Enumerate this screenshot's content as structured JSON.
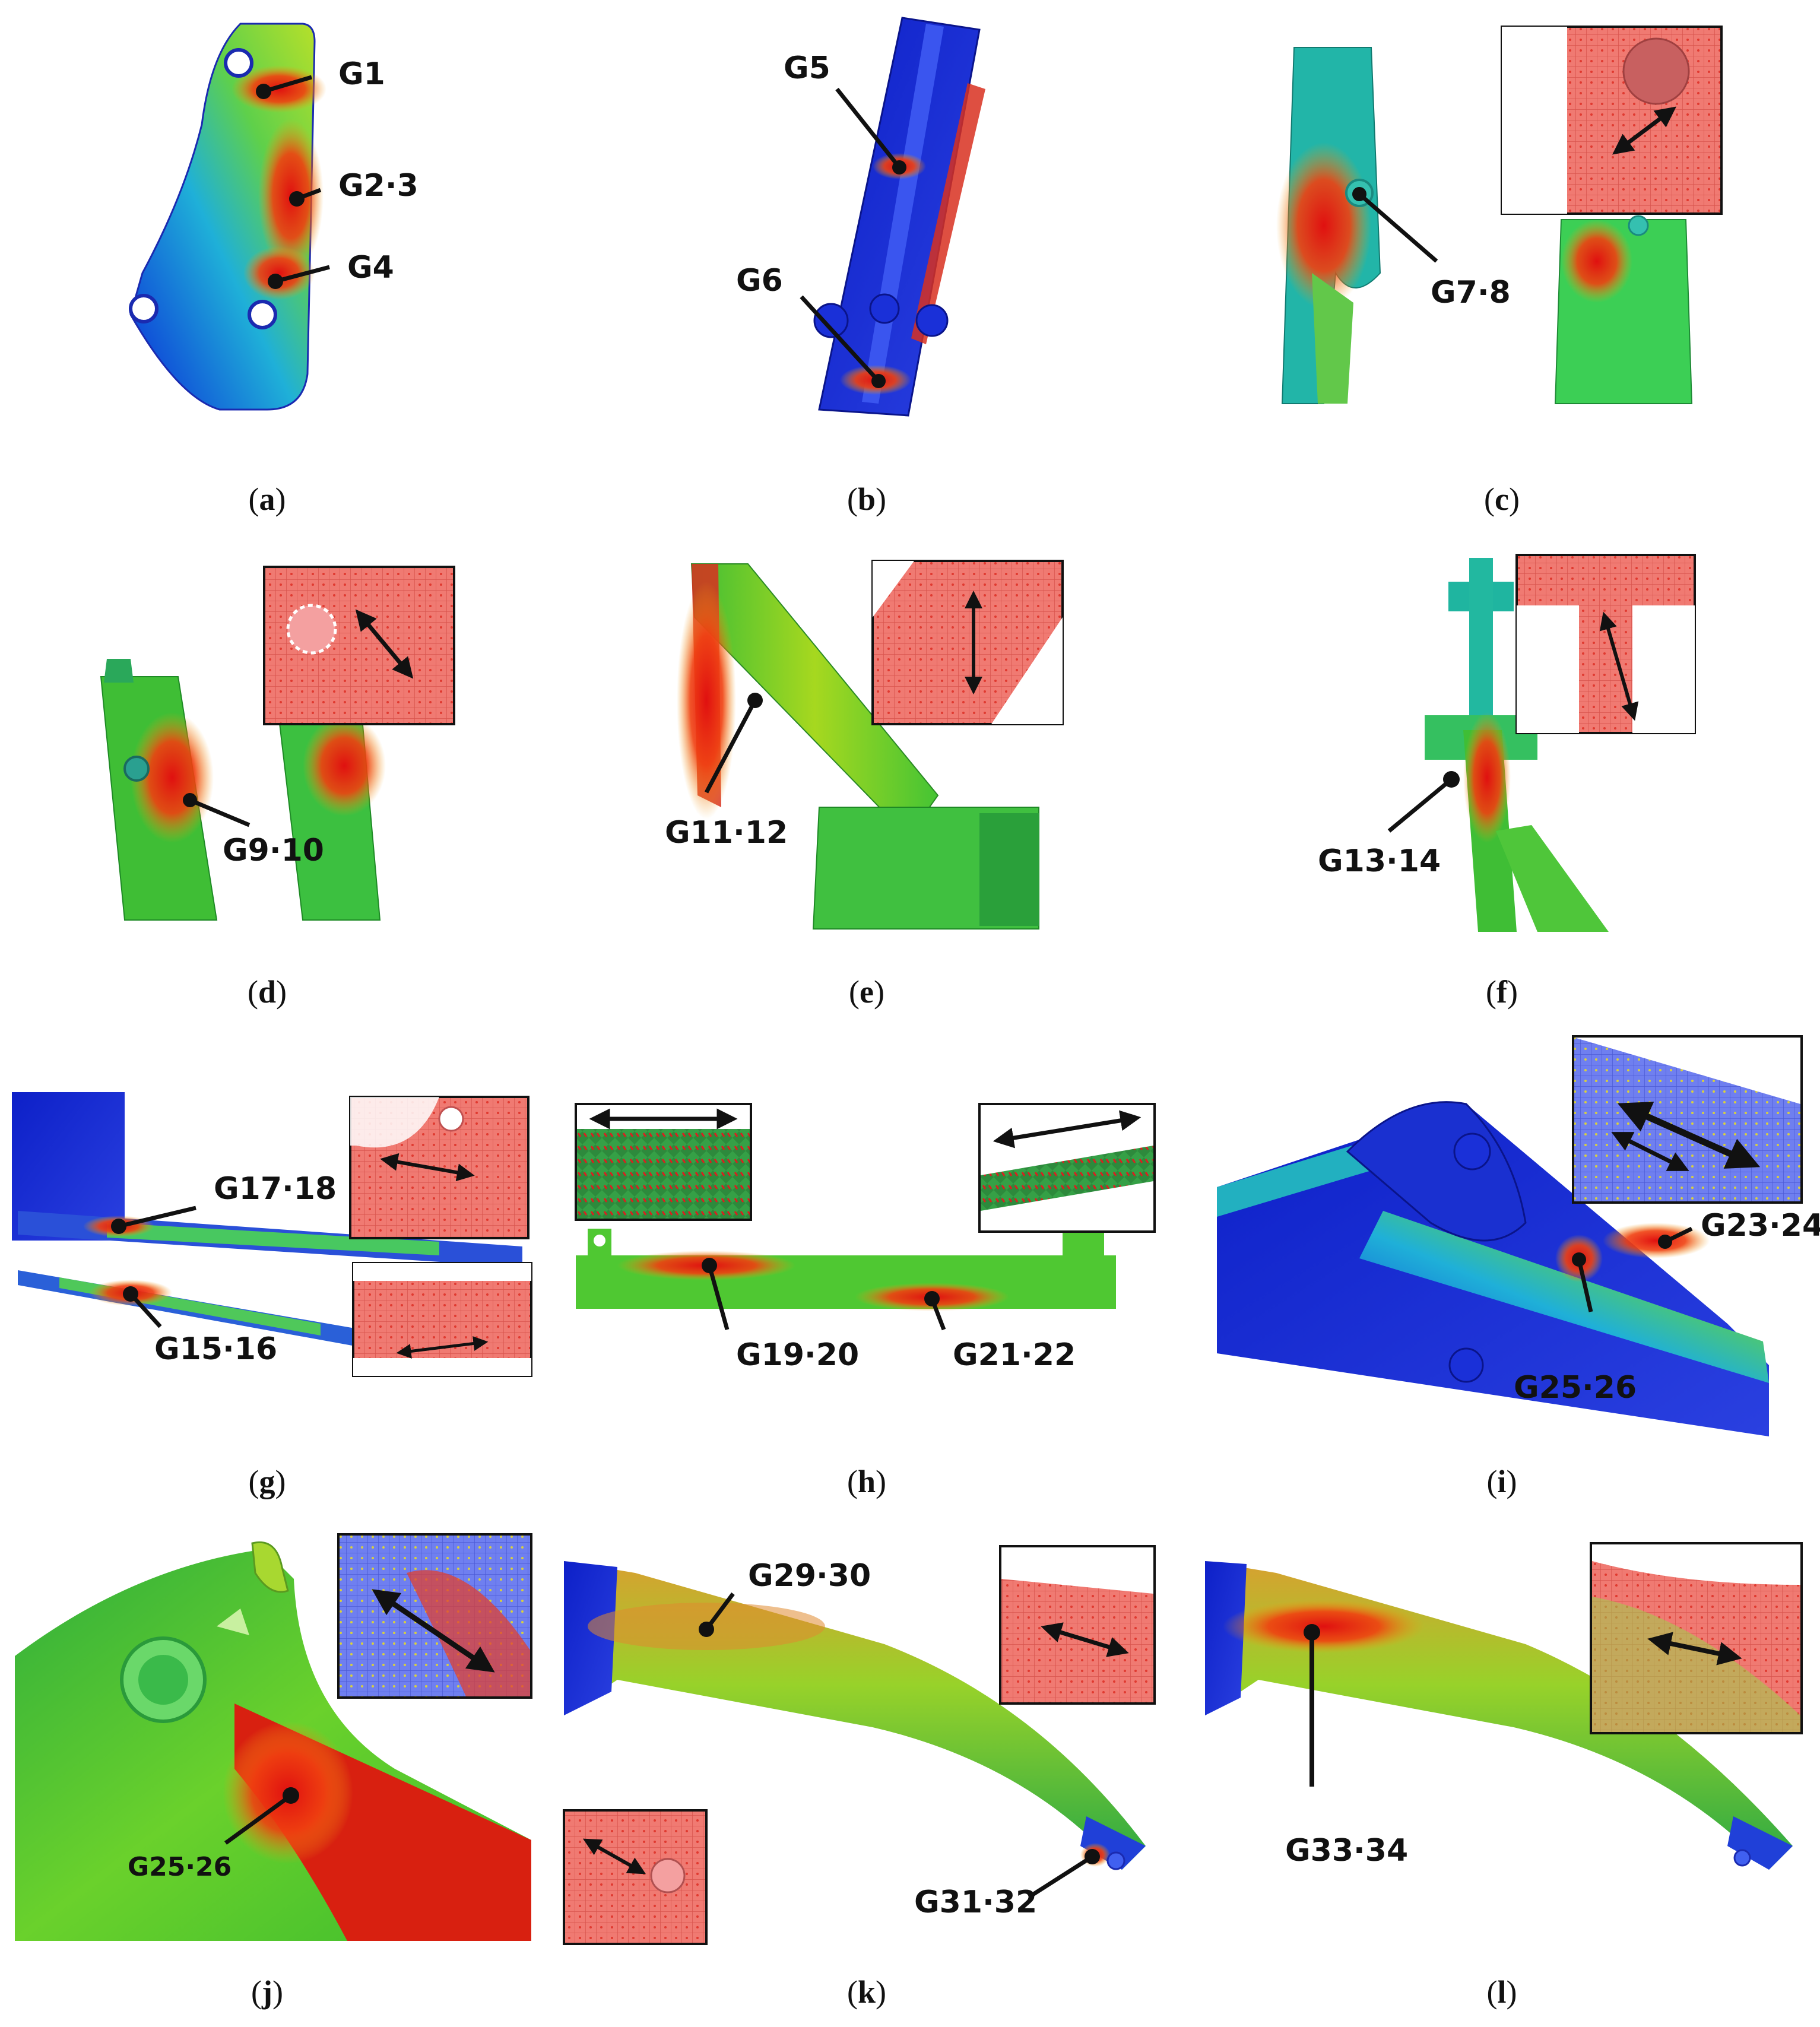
{
  "figure": {
    "panels": [
      {
        "id": "a",
        "caption": "a",
        "labels": [
          "G1",
          "G2·3",
          "G4"
        ]
      },
      {
        "id": "b",
        "caption": "b",
        "labels": [
          "G5",
          "G6"
        ]
      },
      {
        "id": "c",
        "caption": "c",
        "labels": [
          "G7·8"
        ]
      },
      {
        "id": "d",
        "caption": "d",
        "labels": [
          "G9·10"
        ]
      },
      {
        "id": "e",
        "caption": "e",
        "labels": [
          "G11·12"
        ]
      },
      {
        "id": "f",
        "caption": "f",
        "labels": [
          "G13·14"
        ]
      },
      {
        "id": "g",
        "caption": "g",
        "labels": [
          "G17·18",
          "G15·16"
        ]
      },
      {
        "id": "h",
        "caption": "h",
        "labels": [
          "G19·20",
          "G21·22"
        ]
      },
      {
        "id": "i",
        "caption": "i",
        "labels": [
          "G23·24",
          "G25·26"
        ]
      },
      {
        "id": "j",
        "caption": "j",
        "labels": [
          "G25·26"
        ]
      },
      {
        "id": "k",
        "caption": "k",
        "labels": [
          "G29·30",
          "G31·32"
        ]
      },
      {
        "id": "l",
        "caption": "l",
        "labels": [
          "G33·34"
        ]
      }
    ]
  }
}
